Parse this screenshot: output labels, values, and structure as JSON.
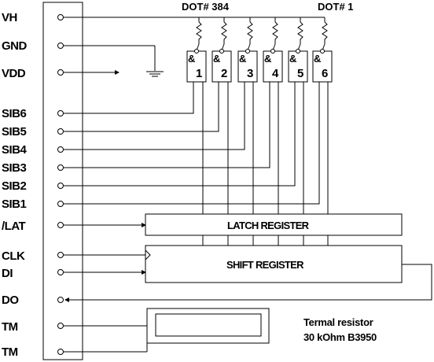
{
  "pins": [
    {
      "label": "VH"
    },
    {
      "label": "GND"
    },
    {
      "label": "VDD"
    },
    {
      "label": "SIB6"
    },
    {
      "label": "SIB5"
    },
    {
      "label": "SIB4"
    },
    {
      "label": "SIB3"
    },
    {
      "label": "SIB2"
    },
    {
      "label": "SIB1"
    },
    {
      "label": "/LAT"
    },
    {
      "label": "CLK"
    },
    {
      "label": "DI"
    },
    {
      "label": "DO"
    },
    {
      "label": "TM"
    },
    {
      "label": "TM"
    }
  ],
  "dot_labels": {
    "left": "DOT# 384",
    "right": "DOT# 1"
  },
  "gates": [
    {
      "symbol": "&",
      "number": "1"
    },
    {
      "symbol": "&",
      "number": "2"
    },
    {
      "symbol": "&",
      "number": "3"
    },
    {
      "symbol": "&",
      "number": "4"
    },
    {
      "symbol": "&",
      "number": "5"
    },
    {
      "symbol": "&",
      "number": "6"
    }
  ],
  "blocks": {
    "latch": "LATCH REGISTER",
    "shift": "SHIFT REGISTER"
  },
  "thermal_resistor": {
    "line1": "Termal resistor",
    "line2": "30 kOhm  B3950"
  }
}
